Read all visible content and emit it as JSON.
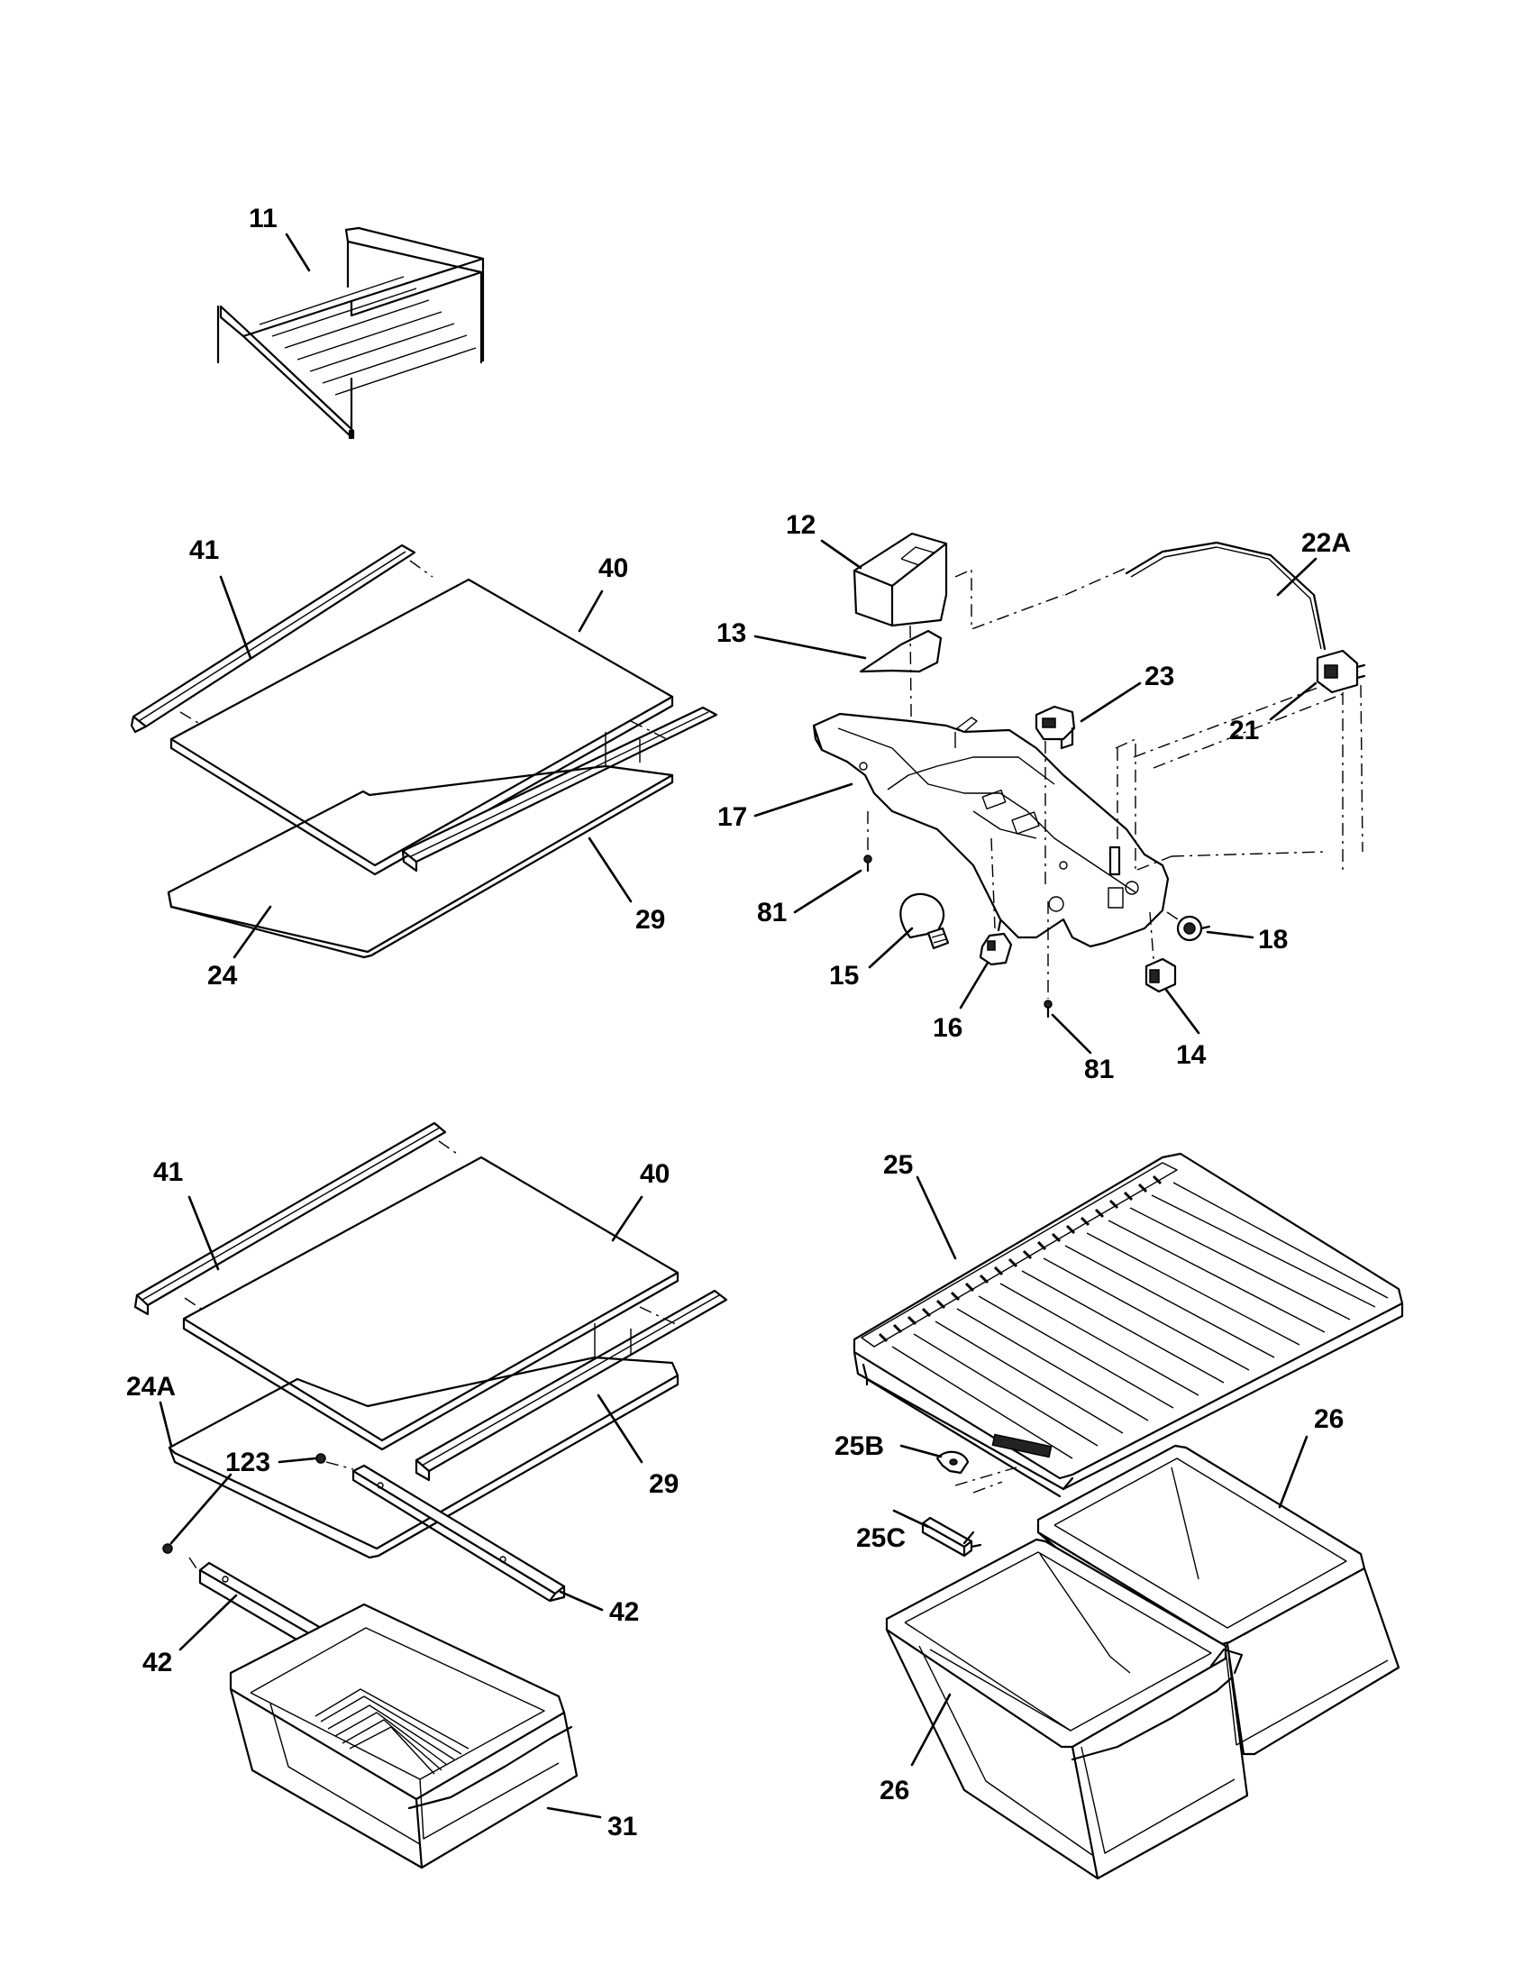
{
  "callouts": [
    {
      "id": "c11",
      "text": "11"
    },
    {
      "id": "c41a",
      "text": "41"
    },
    {
      "id": "c40a",
      "text": "40"
    },
    {
      "id": "c29a",
      "text": "29"
    },
    {
      "id": "c24",
      "text": "24"
    },
    {
      "id": "c12",
      "text": "12"
    },
    {
      "id": "c13",
      "text": "13"
    },
    {
      "id": "c22A",
      "text": "22A"
    },
    {
      "id": "c23",
      "text": "23"
    },
    {
      "id": "c21",
      "text": "21"
    },
    {
      "id": "c17",
      "text": "17"
    },
    {
      "id": "c81a",
      "text": "81"
    },
    {
      "id": "c15",
      "text": "15"
    },
    {
      "id": "c16",
      "text": "16"
    },
    {
      "id": "c81b",
      "text": "81"
    },
    {
      "id": "c14",
      "text": "14"
    },
    {
      "id": "c18",
      "text": "18"
    },
    {
      "id": "c41b",
      "text": "41"
    },
    {
      "id": "c40b",
      "text": "40"
    },
    {
      "id": "c24A",
      "text": "24A"
    },
    {
      "id": "c123",
      "text": "123"
    },
    {
      "id": "c29b",
      "text": "29"
    },
    {
      "id": "c42a",
      "text": "42"
    },
    {
      "id": "c42b",
      "text": "42"
    },
    {
      "id": "c31",
      "text": "31"
    },
    {
      "id": "c25",
      "text": "25"
    },
    {
      "id": "c25B",
      "text": "25B"
    },
    {
      "id": "c25C",
      "text": "25C"
    },
    {
      "id": "c26a",
      "text": "26"
    },
    {
      "id": "c26b",
      "text": "26"
    }
  ]
}
